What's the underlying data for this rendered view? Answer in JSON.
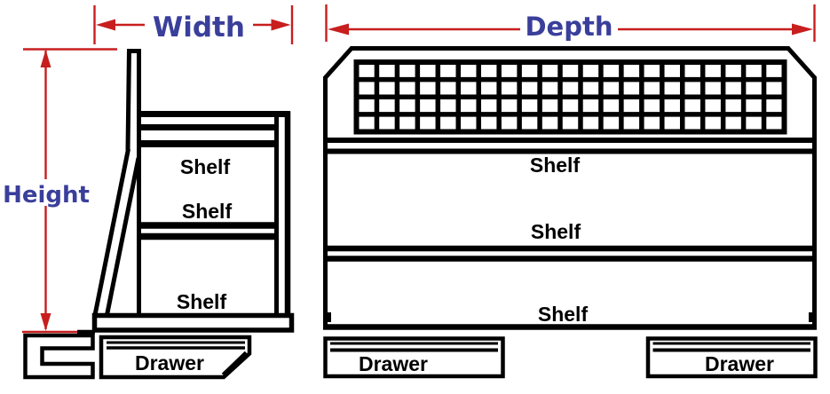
{
  "labels": {
    "width": "Width",
    "height": "Height",
    "depth": "Depth"
  },
  "side_view": {
    "shelves": [
      "Shelf",
      "Shelf",
      "Shelf"
    ],
    "drawer": "Drawer"
  },
  "front_view": {
    "shelves": [
      "Shelf",
      "Shelf",
      "Shelf"
    ],
    "drawers": [
      "Drawer",
      "Drawer"
    ]
  },
  "colors": {
    "dimension_line": "#c81e1e",
    "dimension_label": "#3a3f9b",
    "structure": "#000000",
    "background": "#ffffff"
  }
}
